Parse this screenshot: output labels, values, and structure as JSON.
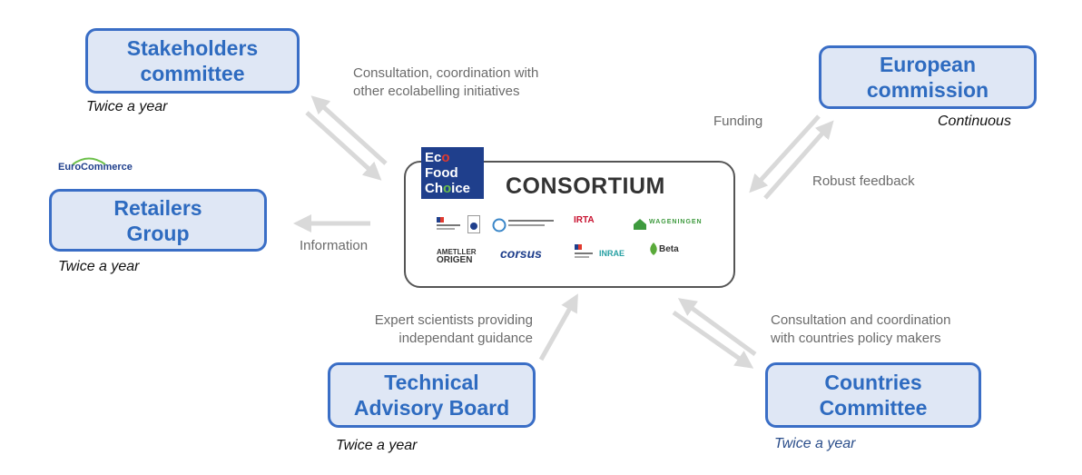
{
  "boxes": {
    "stakeholders": {
      "line1": "Stakeholders",
      "line2": "committee",
      "frequency": "Twice a year"
    },
    "european": {
      "line1": "European",
      "line2": "commission",
      "frequency": "Continuous"
    },
    "retailers": {
      "line1": "Retailers",
      "line2": "Group",
      "frequency": "Twice a year"
    },
    "technical": {
      "line1": "Technical",
      "line2": "Advisory Board",
      "frequency": "Twice a year"
    },
    "countries": {
      "line1": "Countries",
      "line2": "Committee",
      "frequency": "Twice a year"
    }
  },
  "labels": {
    "consultation_line1": "Consultation, coordination with",
    "consultation_line2": "other ecolabelling initiatives",
    "funding": "Funding",
    "robust_feedback": "Robust feedback",
    "information": "Information",
    "expert_line1": "Expert scientists providing",
    "expert_line2": "independant guidance",
    "countries_line1": "Consultation and coordination",
    "countries_line2": "with countries policy makers"
  },
  "center": {
    "title": "CONSORTIUM",
    "logo_line1a": "Ec",
    "logo_line1b": "o",
    "logo_line2": "Food",
    "logo_line3a": "Ch",
    "logo_line3b": "o",
    "logo_line3c": "ice"
  },
  "partners": {
    "irta": "IRTA",
    "wageningen": "WAGENINGEN",
    "ametller_1": "AMETLLER",
    "ametller_2": "ORIGEN",
    "corsus": "corsus",
    "inrae": "INRAE",
    "beta": "Beta"
  },
  "eurocommerce": "EuroCommerce",
  "colors": {
    "box_fill": "#dfe7f5",
    "box_border": "#3a6ec6",
    "box_text": "#2e6bc0",
    "arrow": "#d9d9d9"
  }
}
